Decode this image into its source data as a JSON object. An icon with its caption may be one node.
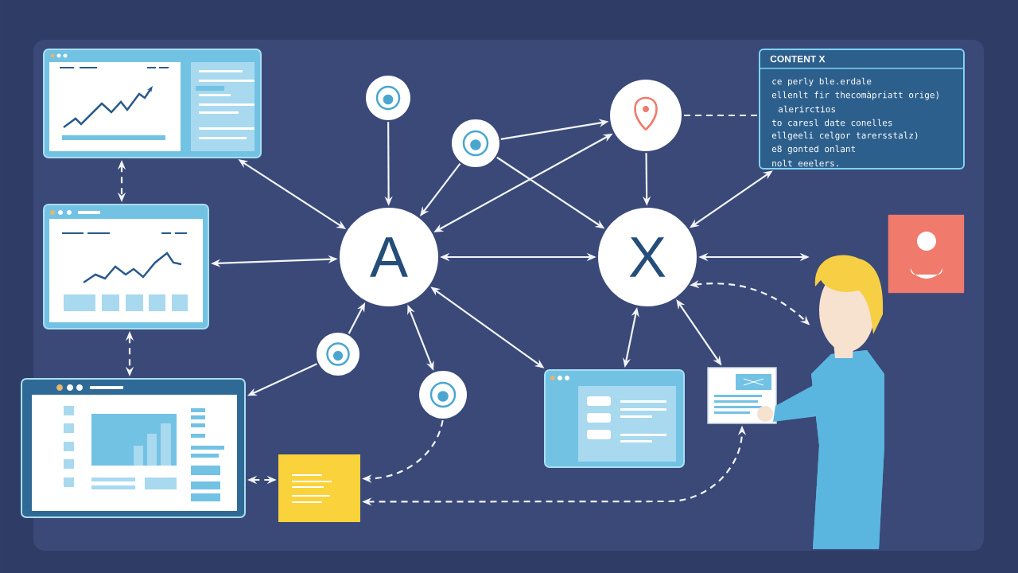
{
  "diagram": {
    "nodes": [
      {
        "text": [],
        "shape": "picture"
      },
      {
        "text": [],
        "shape": "picture"
      },
      {
        "text": [],
        "shape": "picture"
      },
      {
        "text": [],
        "shape": "circle"
      },
      {
        "text": [],
        "shape": "circle"
      },
      {
        "text": [
          "A"
        ]
      },
      {
        "text": [],
        "shape": "circle"
      },
      {
        "text": [
          "X"
        ]
      },
      {
        "text": [],
        "shape": "circle"
      },
      {
        "text": [],
        "shape": "circle"
      },
      {
        "text": [],
        "shape": "box"
      },
      {
        "text": [
          "CONTENT X",
          "ce perly ble.erdale",
          "ellenlt fir thecomàpriatt orige)",
          "alerirctios",
          "to caresl date conelles",
          "ellgeeli celgor tarersstalz)",
          "e8 gonted onlant",
          "nolt eeelers."
        ]
      },
      {
        "text": [],
        "shape": "picture"
      },
      {
        "text": [],
        "shape": "picture"
      },
      {
        "text": [],
        "shape": "picture"
      },
      {
        "text": [],
        "shape": "person"
      }
    ],
    "edges": [
      {
        "from": 0,
        "to": 5,
        "arrow": "both"
      },
      {
        "from": 0,
        "to": 1,
        "arrow": "both",
        "style": "dashed"
      },
      {
        "from": 1,
        "to": 5,
        "arrow": "both"
      },
      {
        "from": 1,
        "to": 2,
        "arrow": "both",
        "style": "dashed"
      },
      {
        "from": 3,
        "to": 5,
        "arrow": "to"
      },
      {
        "from": 4,
        "to": 5,
        "arrow": "to"
      },
      {
        "from": 4,
        "to": 6,
        "arrow": "to"
      },
      {
        "from": 4,
        "to": 7,
        "arrow": "to"
      },
      {
        "from": 5,
        "to": 6,
        "arrow": "both"
      },
      {
        "from": 5,
        "to": 7,
        "arrow": "both"
      },
      {
        "from": 6,
        "to": 7,
        "arrow": "to"
      },
      {
        "from": 7,
        "to": 11,
        "arrow": "both"
      },
      {
        "from": 7,
        "to": 15,
        "arrow": "both"
      },
      {
        "from": 7,
        "to": 15,
        "arrow": "both",
        "style": "dashed"
      },
      {
        "from": 7,
        "to": 13,
        "arrow": "both"
      },
      {
        "from": 7,
        "to": 14,
        "arrow": "both"
      },
      {
        "from": 5,
        "to": 13,
        "arrow": "both"
      },
      {
        "from": 5,
        "to": 9,
        "arrow": "both"
      },
      {
        "from": 8,
        "to": 5,
        "arrow": "to"
      },
      {
        "from": 8,
        "to": 2,
        "arrow": "to"
      },
      {
        "from": 2,
        "to": 10,
        "arrow": "both",
        "style": "dashed"
      },
      {
        "from": 9,
        "to": 10,
        "arrow": "to",
        "style": "dashed"
      },
      {
        "from": 10,
        "to": 14,
        "arrow": "both",
        "style": "dashed"
      },
      {
        "from": 11,
        "to": 6,
        "arrow": "none",
        "style": "dashed"
      }
    ]
  }
}
